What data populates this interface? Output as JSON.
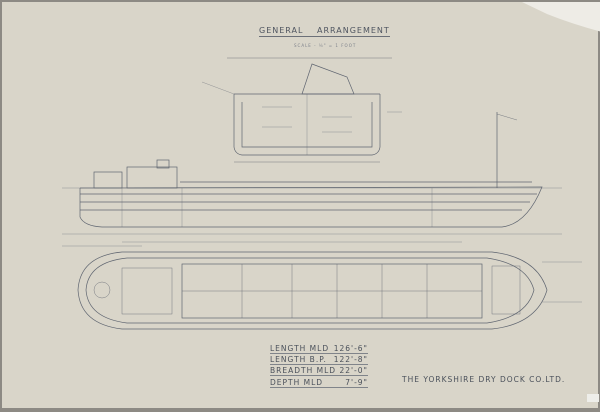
{
  "drawing": {
    "title": "GENERAL ARRANGEMENT",
    "scale_note": "SCALE - ¼\" = 1 FOOT",
    "builder": "THE YORKSHIRE DRY DOCK CO.LTD.",
    "particulars": [
      {
        "label": "LENGTH MLD",
        "value": "126'-6\""
      },
      {
        "label": "LENGTH B.P.",
        "value": "122'-8\""
      },
      {
        "label": "BREADTH MLD",
        "value": "22'-0\""
      },
      {
        "label": "DEPTH MLD",
        "value": "7'-9\""
      }
    ],
    "colors": {
      "paper": "#d9d5c9",
      "ink": "#5a606a"
    }
  }
}
